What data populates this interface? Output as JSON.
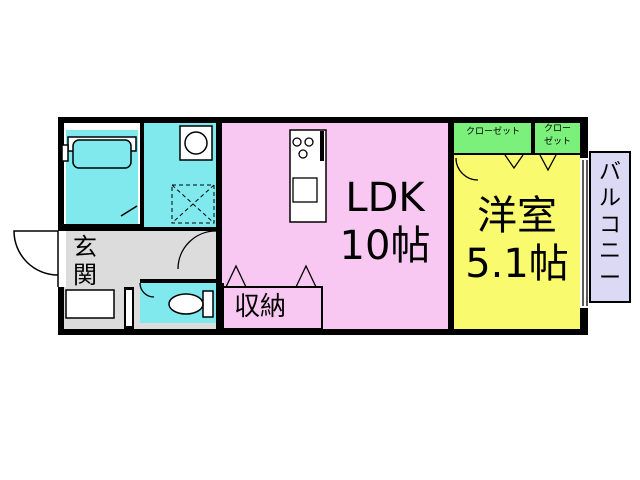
{
  "rooms": {
    "ldk": {
      "name": "LDK",
      "size": "10帖",
      "color": "#f9c8f2"
    },
    "western": {
      "name": "洋室",
      "size": "5.1帖",
      "color": "#fafa6e"
    },
    "storage": {
      "name": "収納"
    },
    "entrance": {
      "name": "玄関",
      "color": "#dcdcdc"
    },
    "closet_left": {
      "name": "クローゼット"
    },
    "closet_right": {
      "line1": "クロー",
      "line2": "ゼット"
    },
    "balcony": {
      "name": "バルコニー",
      "color": "#dcd9f5"
    }
  },
  "colors": {
    "wet_area": "#7fe9ee",
    "closet": "#7bf07b",
    "wall": "#000000"
  }
}
